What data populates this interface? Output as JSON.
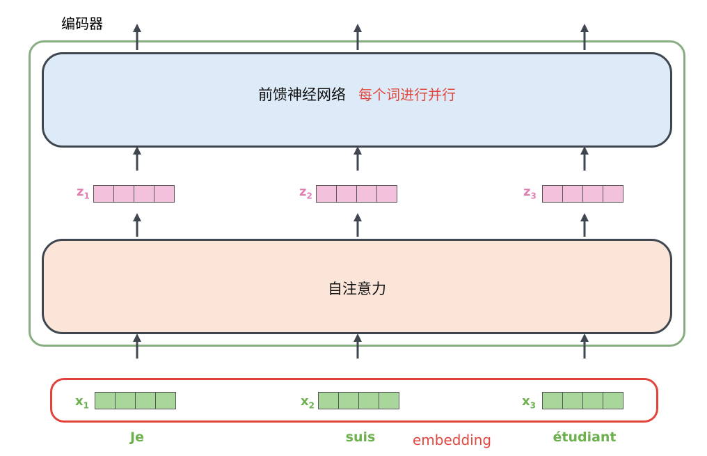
{
  "encoder": {
    "label": "编码器"
  },
  "ffn": {
    "title": "前馈神经网络",
    "note": "每个词进行并行"
  },
  "attention": {
    "title": "自注意力"
  },
  "z_vectors": [
    {
      "symbol": "z",
      "index": "1"
    },
    {
      "symbol": "z",
      "index": "2"
    },
    {
      "symbol": "z",
      "index": "3"
    }
  ],
  "x_vectors": [
    {
      "symbol": "x",
      "index": "1"
    },
    {
      "symbol": "x",
      "index": "2"
    },
    {
      "symbol": "x",
      "index": "3"
    }
  ],
  "words": [
    "Je",
    "suis",
    "étudiant"
  ],
  "embedding_label": "embedding",
  "colors": {
    "encoder_border": "#86ad7f",
    "ffn_fill": "#ddebf8",
    "attention_fill": "#fbe5d8",
    "z_cell": "#f4c1dd",
    "x_cell": "#a9d69a",
    "embedding_border": "#e2423a",
    "accent_red": "#e0483f",
    "arrow": "#3f4650"
  }
}
